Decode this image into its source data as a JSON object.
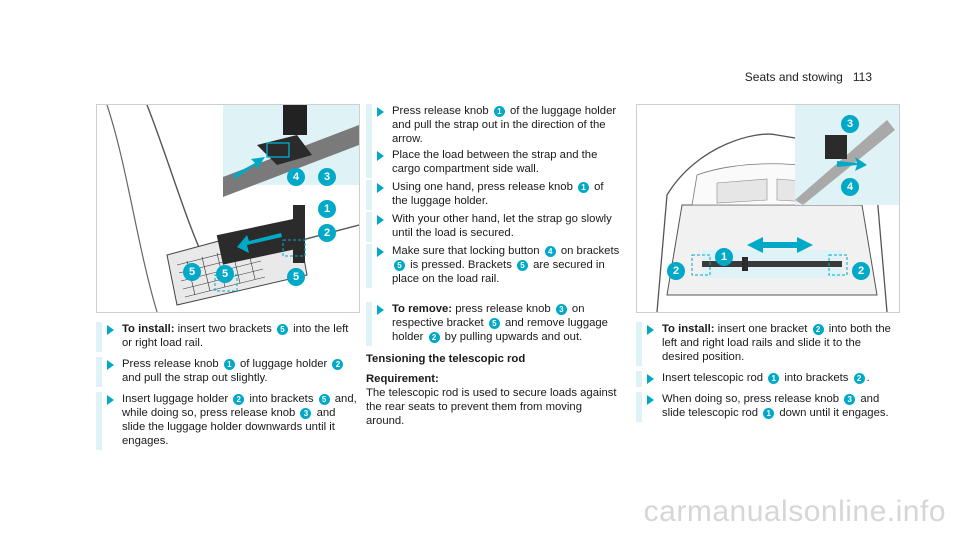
{
  "header": {
    "section": "Seats and stowing",
    "page": "113"
  },
  "left": {
    "steps": [
      {
        "bold": "To install:",
        "parts": [
          " insert two brackets ",
          "5",
          " into the left or right load rail."
        ]
      },
      {
        "bold": "",
        "parts": [
          "Press release knob ",
          "1",
          " of luggage holder ",
          "2",
          " and pull the strap out slightly."
        ]
      },
      {
        "bold": "",
        "parts": [
          "Insert luggage holder ",
          "2",
          " into brackets ",
          "5",
          " and, while doing so, press release knob ",
          "3",
          " and slide the luggage holder downwards until it engages."
        ]
      }
    ],
    "callouts": [
      "1",
      "2",
      "3",
      "4",
      "5",
      "5",
      "5"
    ]
  },
  "middle": {
    "steps": [
      {
        "bold": "",
        "parts": [
          "Press release knob ",
          "1",
          " of the luggage holder and pull the strap out in the direction of the arrow."
        ]
      },
      {
        "bold": "",
        "parts": [
          "Place the load between the strap and the cargo compartment side wall."
        ]
      },
      {
        "bold": "",
        "parts": [
          "Using one hand, press release knob ",
          "1",
          " of the luggage holder."
        ]
      },
      {
        "bold": "",
        "parts": [
          "With your other hand, let the strap go slowly until the load is secured."
        ]
      },
      {
        "bold": "",
        "parts": [
          "Make sure that locking button ",
          "4",
          " on brackets ",
          "5",
          " is pressed. Brackets ",
          "5",
          " are secured in place on the load rail."
        ]
      },
      {
        "bold": "To remove:",
        "parts": [
          " press release knob ",
          "3",
          " on respective bracket ",
          "5",
          " and remove luggage holder ",
          "2",
          " by pulling upwards and out."
        ]
      }
    ],
    "heading": "Tensioning the telescopic rod",
    "requirement_label": "Requirement:",
    "requirement_text": "The telescopic rod is used to secure loads against the rear seats to prevent them from moving around."
  },
  "right": {
    "steps": [
      {
        "bold": "To install:",
        "parts": [
          " insert one bracket ",
          "2",
          " into both the left and right load rails and slide it to the desired position."
        ]
      },
      {
        "bold": "",
        "parts": [
          "Insert telescopic rod ",
          "1",
          " into brackets ",
          "2",
          "."
        ]
      },
      {
        "bold": "",
        "parts": [
          "When doing so, press release knob ",
          "3",
          " and slide telescopic rod ",
          "1",
          " down until it engages."
        ]
      }
    ],
    "callouts": [
      "1",
      "2",
      "2",
      "3",
      "4"
    ]
  },
  "watermark": "carmanualsonline.info",
  "colors": {
    "accent": "#00a9c7",
    "step_bar": "#dff2f6"
  }
}
